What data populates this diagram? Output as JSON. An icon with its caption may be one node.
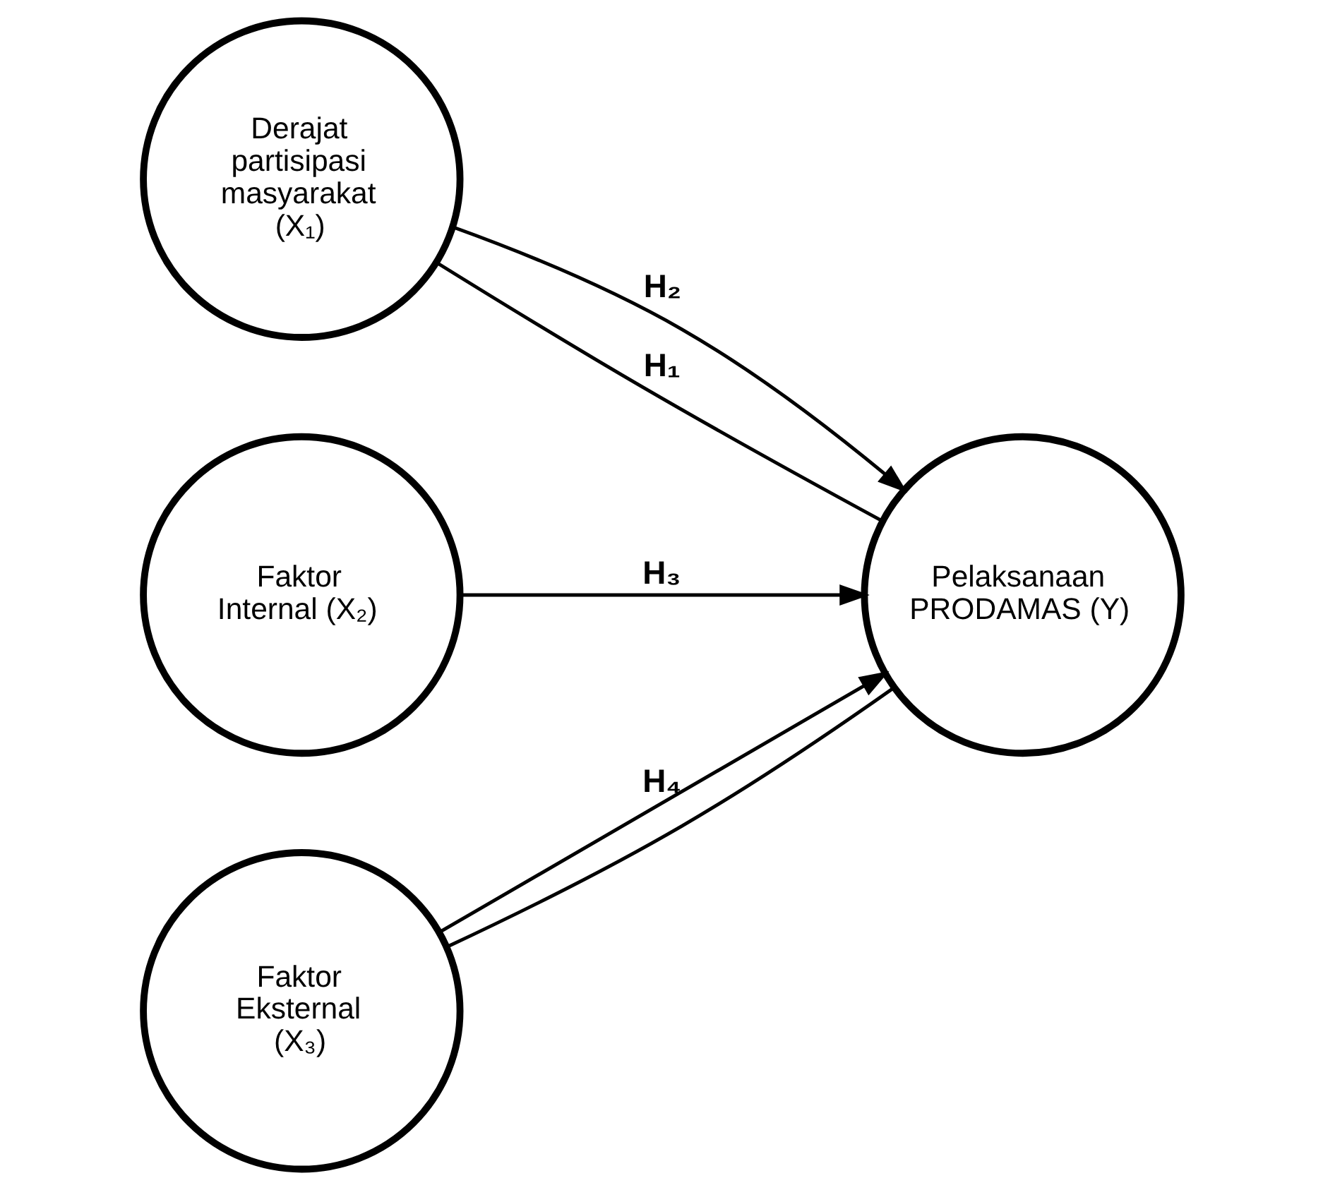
{
  "diagram": {
    "nodes": [
      {
        "text": [
          "Derajat partisipasi masyarakat (X₁)"
        ]
      },
      {
        "text": [
          "Faktor Internal (X₂)"
        ]
      },
      {
        "text": [
          "Faktor Eksternal (X₃)"
        ]
      },
      {
        "text": [
          "Pelaksanaan PRODAMAS (Y)"
        ]
      }
    ],
    "edges": [
      {
        "from": 0,
        "to": 3,
        "arrow": "to",
        "label": "H₂"
      },
      {
        "from": 1,
        "to": 3,
        "arrow": "to",
        "label": "H₃"
      },
      {
        "from": 2,
        "to": 3,
        "arrow": "to",
        "label": "H₄"
      },
      {
        "from": 0,
        "to": 3,
        "arrow": "none",
        "label": "H₁"
      },
      {
        "from": 2,
        "to": 3,
        "arrow": "none"
      }
    ]
  }
}
